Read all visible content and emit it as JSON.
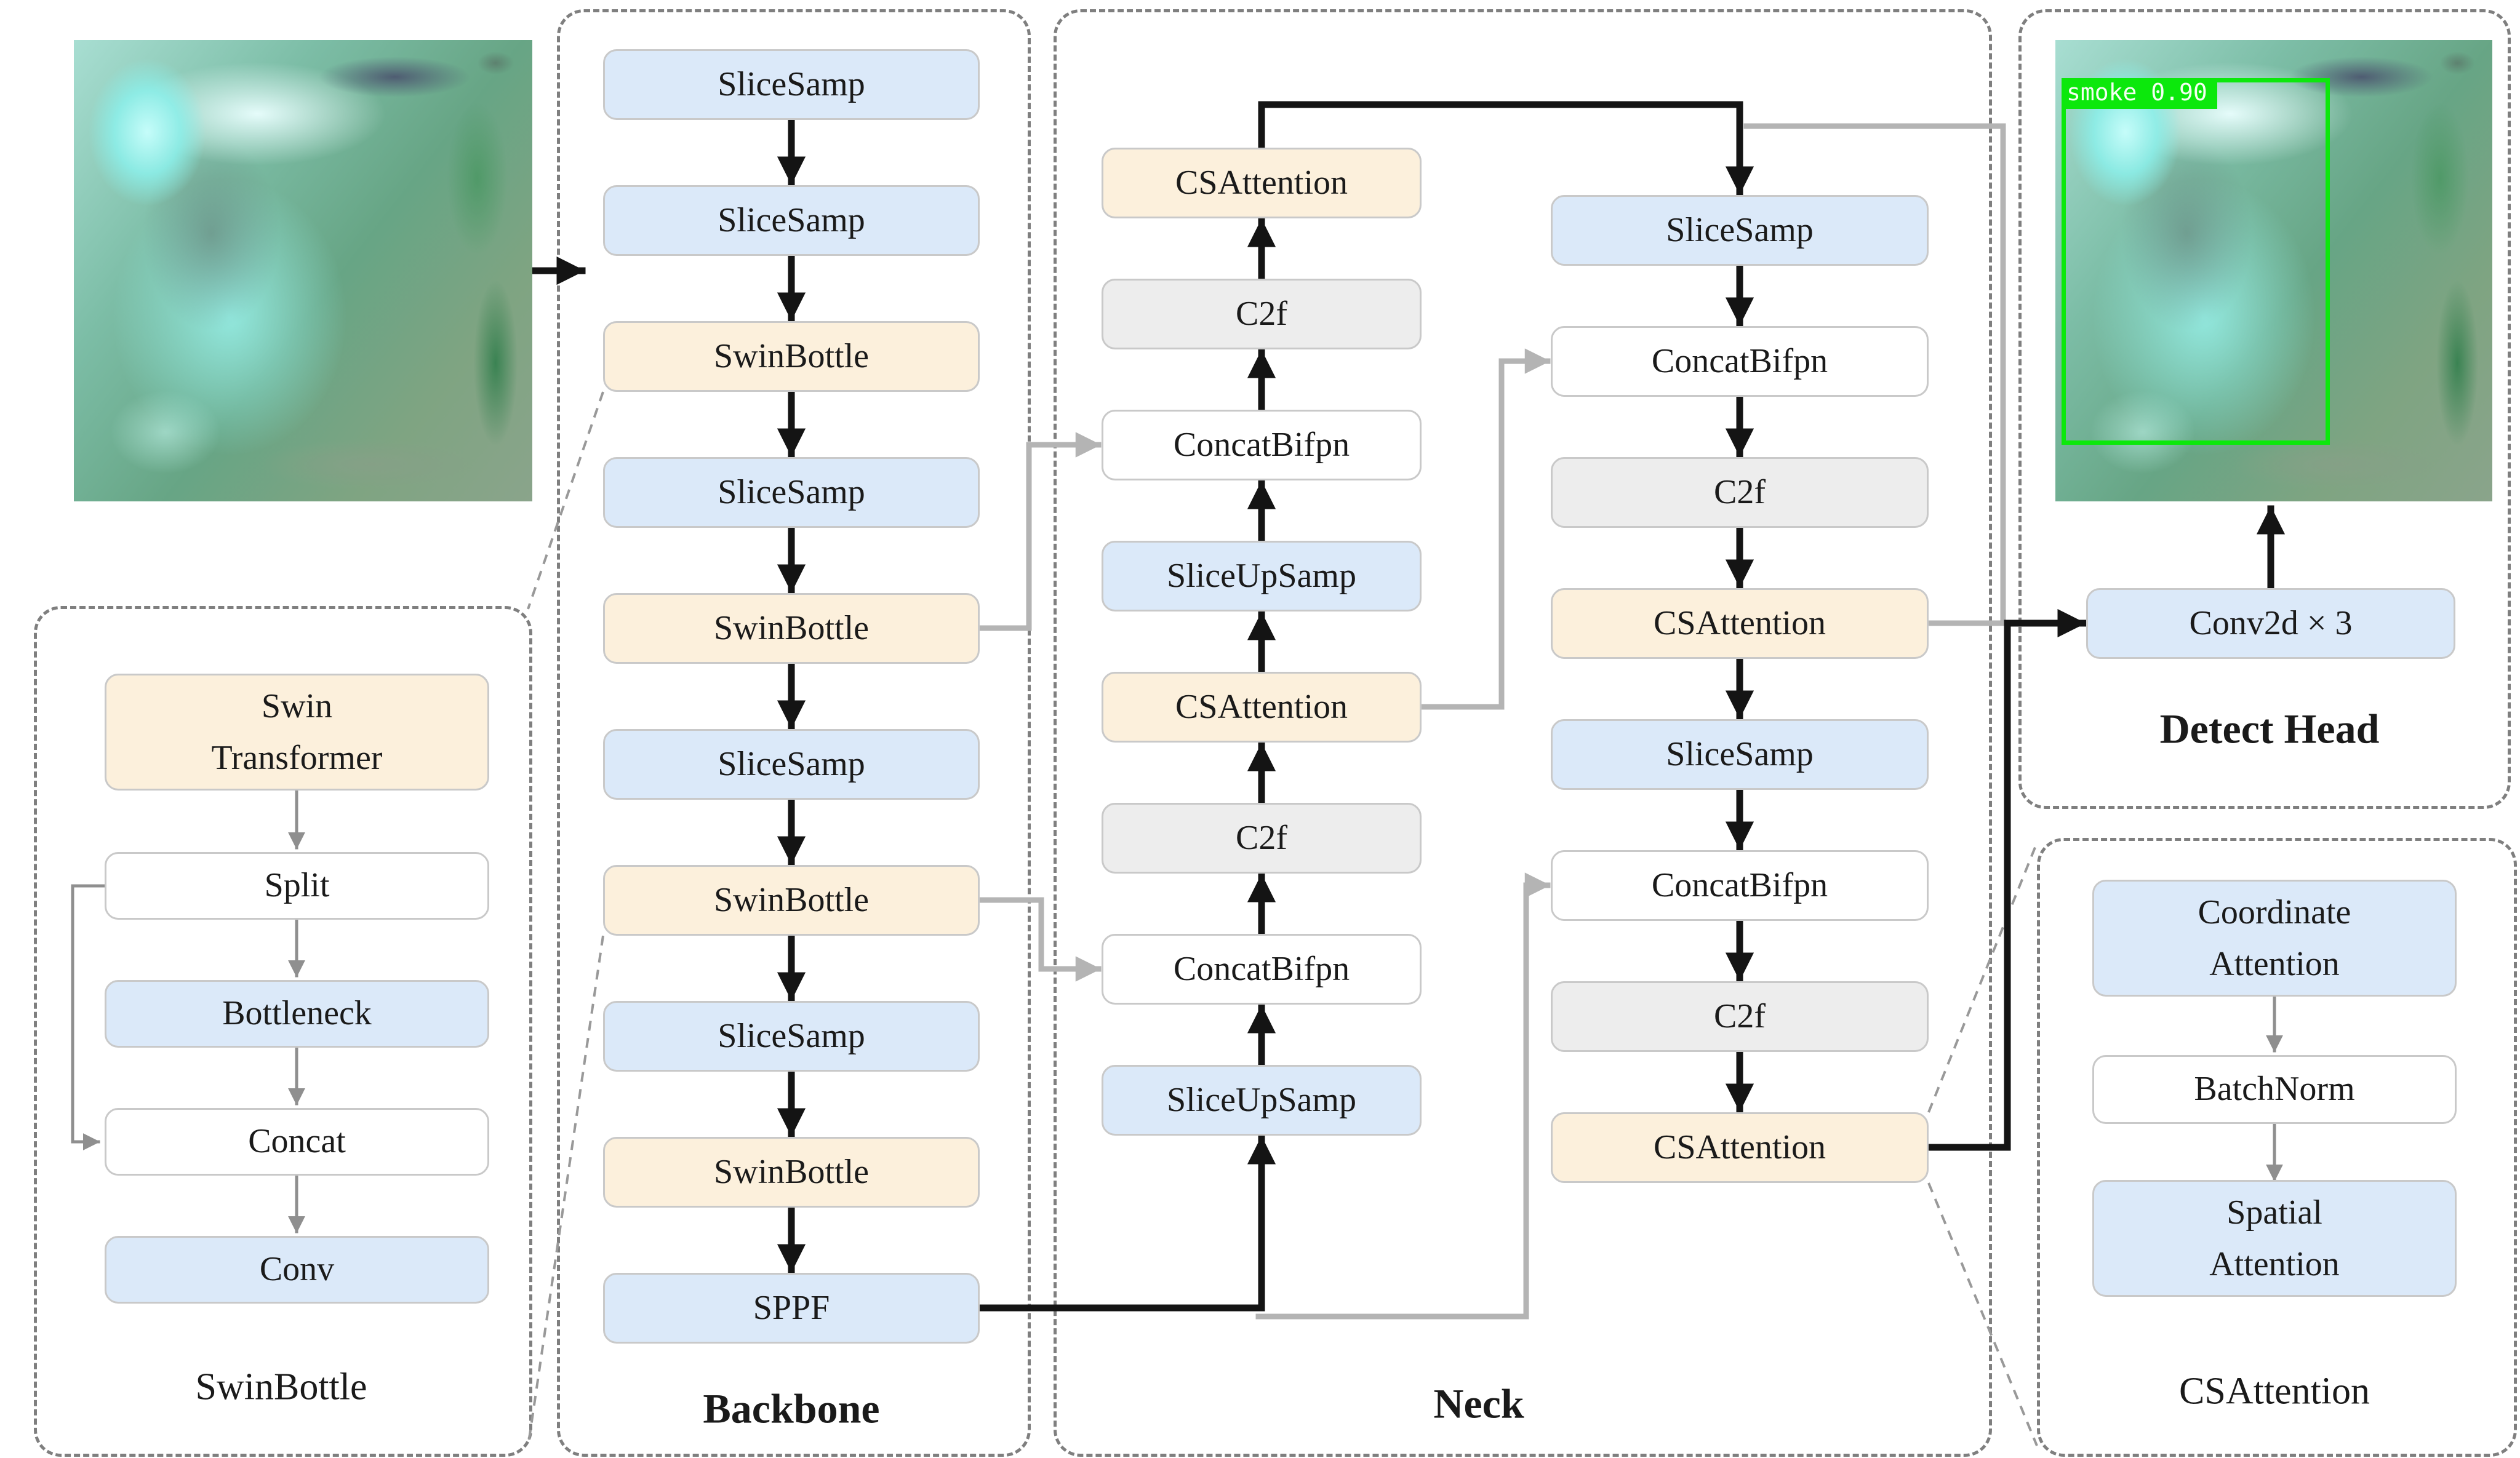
{
  "colors": {
    "node_blue": "#dbe9f9",
    "node_cream": "#fcf0dc",
    "node_gray": "#ededed",
    "node_white": "#ffffff",
    "arrow_black": "#141414",
    "skip_connector_gray": "#b4b4b4",
    "container_border_gray": "#7f7f7f",
    "bbox_green": "#0ce80c"
  },
  "backbone": {
    "label": "Backbone",
    "nodes": [
      {
        "label": "SliceSamp"
      },
      {
        "label": "SliceSamp"
      },
      {
        "label": "SwinBottle"
      },
      {
        "label": "SliceSamp"
      },
      {
        "label": "SwinBottle"
      },
      {
        "label": "SliceSamp"
      },
      {
        "label": "SwinBottle"
      },
      {
        "label": "SliceSamp"
      },
      {
        "label": "SwinBottle"
      },
      {
        "label": "SPPF"
      }
    ]
  },
  "neck": {
    "label": "Neck",
    "left_column": [
      {
        "label": "CSAttention"
      },
      {
        "label": "C2f"
      },
      {
        "label": "ConcatBifpn"
      },
      {
        "label": "SliceUpSamp"
      },
      {
        "label": "CSAttention"
      },
      {
        "label": "C2f"
      },
      {
        "label": "ConcatBifpn"
      },
      {
        "label": "SliceUpSamp"
      }
    ],
    "right_column": [
      {
        "label": "SliceSamp"
      },
      {
        "label": "ConcatBifpn"
      },
      {
        "label": "C2f"
      },
      {
        "label": "CSAttention"
      },
      {
        "label": "SliceSamp"
      },
      {
        "label": "ConcatBifpn"
      },
      {
        "label": "C2f"
      },
      {
        "label": "CSAttention"
      }
    ]
  },
  "detect_head": {
    "label": "Detect Head",
    "conv_label": "Conv2d × 3",
    "detection_label": "smoke 0.90"
  },
  "swinbottle_detail": {
    "label": "SwinBottle",
    "nodes": [
      {
        "label": "Swin Transformer"
      },
      {
        "label": "Split"
      },
      {
        "label": "Bottleneck"
      },
      {
        "label": "Concat"
      },
      {
        "label": "Conv"
      }
    ]
  },
  "csattention_detail": {
    "label": "CSAttention",
    "nodes": [
      {
        "label": "Coordinate Attention"
      },
      {
        "label": "BatchNorm"
      },
      {
        "label": "Spatial Attention"
      }
    ]
  }
}
